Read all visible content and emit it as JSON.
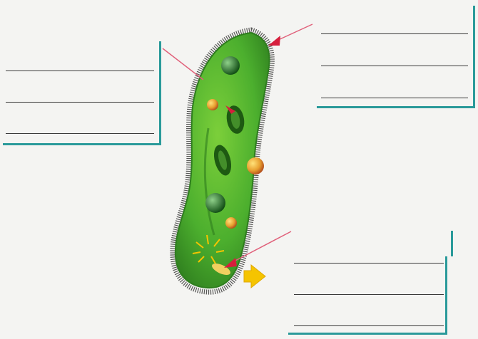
{
  "diagram": {
    "subject": "paramecium",
    "colors": {
      "cell_body": "#4caf2e",
      "cell_dark": "#2e7d1e",
      "cilia": "#3a3a3a",
      "pointer_line": "#e0607a",
      "arrow_head": "#d61e3c",
      "food_arrow": "#f5c400",
      "box_border": "#2a9a9a",
      "rule_line": "#3a3a3a"
    },
    "boxes": [
      {
        "id": "top-left",
        "lines": [
          "",
          "",
          ""
        ]
      },
      {
        "id": "top-right",
        "lines": [
          "",
          "",
          ""
        ]
      },
      {
        "id": "bottom-right",
        "lines": [
          "",
          "",
          ""
        ]
      }
    ],
    "icons": [
      "food-arrow-icon",
      "pointer-arrow-icon"
    ]
  }
}
